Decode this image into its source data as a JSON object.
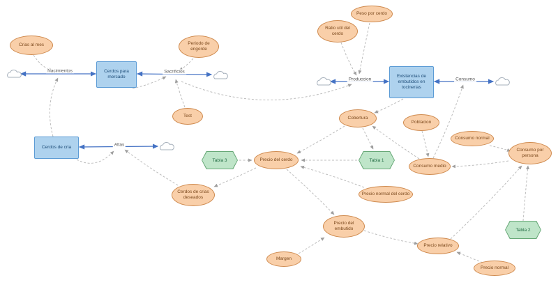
{
  "diagram": {
    "kind": "stock-and-flow system dynamics model"
  },
  "stocks": {
    "cerdos_para_mercado": "Cerdos para mercado",
    "cerdos_de_cria": "Cerdos de cria",
    "existencias_embutidos": "Existencias de embutidos en tocinerias"
  },
  "flows": {
    "nacimientos": "Nacimientos",
    "sacrificios": "Sacrificios",
    "altas": "Altas",
    "produccion": "Produccion",
    "consumo": "Consumo"
  },
  "variables": {
    "crias_al_mes": "Crias al mes",
    "periodo_de_engorde": "Periodo de engorde",
    "test": "Test",
    "ratio_util_del_cerdo": "Ratio util del cerdo",
    "peso_por_cerdo": "Peso por cerdo",
    "cobertura": "Cobertura",
    "poblacion": "Poblacion",
    "consumo_normal": "Consumo normal",
    "consumo_medio": "Consumo medio",
    "consumo_por_persona": "Consumo por persona",
    "precio_del_cerdo": "Precio del cerdo",
    "precio_normal_del_cerdo": "Precio normal del cerdo",
    "cerdos_de_crias_deseados": "Cerdos de crias deseados",
    "precio_del_embutido": "Precio del embutido",
    "margen": "Margen",
    "precio_relativo": "Precio relativo",
    "precio_normal": "Precio normal"
  },
  "tables": {
    "tabla_1": "Tabla 1",
    "tabla_2": "Tabla 2",
    "tabla_3": "Tabla 3"
  },
  "colors": {
    "stock_fill": "#aed2ee",
    "stock_border": "#5b9bd5",
    "variable_fill": "#f9cfa9",
    "variable_border": "#cf8a4e",
    "table_fill": "#bfe5c9",
    "table_border": "#67a877",
    "flow_line": "#4472c4",
    "connector": "#bcbcbc",
    "cloud_outline": "#a6b0bb"
  }
}
